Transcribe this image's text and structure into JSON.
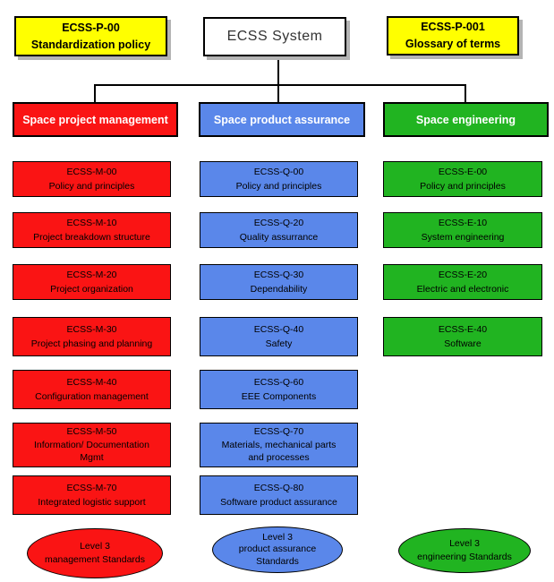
{
  "colors": {
    "yellow": "#FFFF00",
    "red": "#FA1414",
    "blue": "#5A87EA",
    "green": "#21B421",
    "shadow_gray": "#B4B4B4",
    "line_black": "#000000"
  },
  "top_row": {
    "standardization": {
      "code": "ECSS-P-00",
      "label": "Standardization policy"
    },
    "root": {
      "label": "ECSS System"
    },
    "glossary": {
      "code": "ECSS-P-001",
      "label": "Glossary of terms"
    }
  },
  "branches": [
    {
      "header": "Space project management",
      "color": "#FA1414",
      "boxes": [
        {
          "code": "ECSS-M-00",
          "label": "Policy and principles"
        },
        {
          "code": "ECSS-M-10",
          "label": "Project breakdown structure"
        },
        {
          "code": "ECSS-M-20",
          "label": "Project organization"
        },
        {
          "code": "ECSS-M-30",
          "label": "Project phasing and planning"
        },
        {
          "code": "ECSS-M-40",
          "label": "Configuration management"
        },
        {
          "code": "ECSS-M-50",
          "label": "Information/ Documentation",
          "label2": "Mgmt"
        },
        {
          "code": "ECSS-M-70",
          "label": "Integrated logistic support"
        }
      ],
      "ellipse": {
        "line1": "Level 3",
        "line2": "management Standards"
      }
    },
    {
      "header": "Space product assurance",
      "color": "#5A87EA",
      "boxes": [
        {
          "code": "ECSS-Q-00",
          "label": "Policy and principles"
        },
        {
          "code": "ECSS-Q-20",
          "label": "Quality assurrance"
        },
        {
          "code": "ECSS-Q-30",
          "label": "Dependability"
        },
        {
          "code": "ECSS-Q-40",
          "label": "Safety"
        },
        {
          "code": "ECSS-Q-60",
          "label": "EEE Components"
        },
        {
          "code": "ECSS-Q-70",
          "label": "Materials, mechanical parts",
          "label2": "and processes"
        },
        {
          "code": "ECSS-Q-80",
          "label": "Software product assurance"
        }
      ],
      "ellipse": {
        "line1": "Level 3",
        "line2": "product assurance",
        "line3": "Standards"
      }
    },
    {
      "header": "Space engineering",
      "color": "#21B421",
      "boxes": [
        {
          "code": "ECSS-E-00",
          "label": "Policy and principles"
        },
        {
          "code": "ECSS-E-10",
          "label": "System engineering"
        },
        {
          "code": "ECSS-E-20",
          "label": "Electric and electronic"
        },
        {
          "code": "ECSS-E-40",
          "label": "Software"
        }
      ],
      "ellipse": {
        "line1": "Level 3",
        "line2": "engineering Standards"
      }
    }
  ]
}
